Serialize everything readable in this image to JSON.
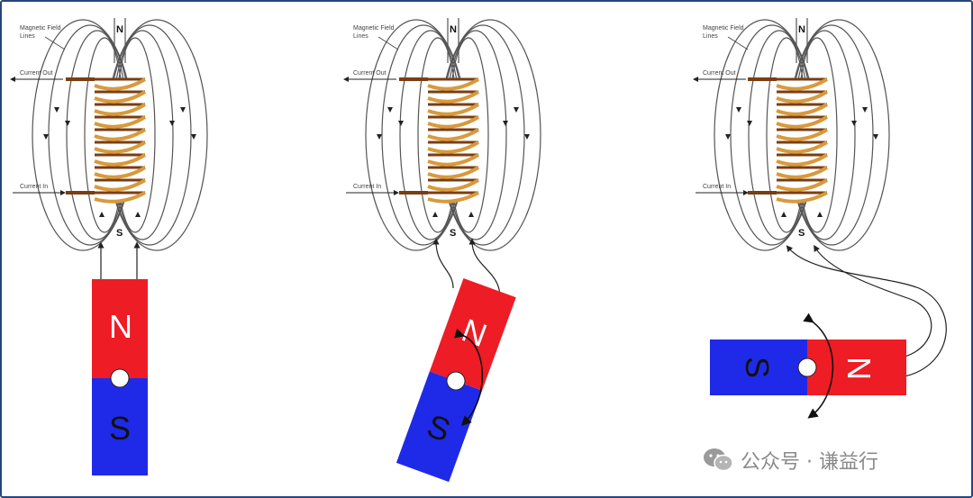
{
  "labels": {
    "field_lines": [
      "Magnetic Field",
      "Lines"
    ],
    "current_out": "Current Out",
    "current_in": "Current In",
    "coil_north": "N",
    "coil_south": "S",
    "magnet_north": "N",
    "magnet_south": "S"
  },
  "panels": [
    {
      "id": "panel-1",
      "magnet_rotation_deg": 0
    },
    {
      "id": "panel-2",
      "magnet_rotation_deg": 20
    },
    {
      "id": "panel-3",
      "magnet_rotation_deg": 90
    }
  ],
  "watermark": {
    "text": "公众号 · 谦益行"
  },
  "colors": {
    "north_pole": "#ee1c25",
    "south_pole": "#1f2ae8",
    "coil_copper": "#c9862e",
    "coil_dark": "#7a3e12",
    "field_line": "#555555",
    "frame_border": "#27457a"
  }
}
